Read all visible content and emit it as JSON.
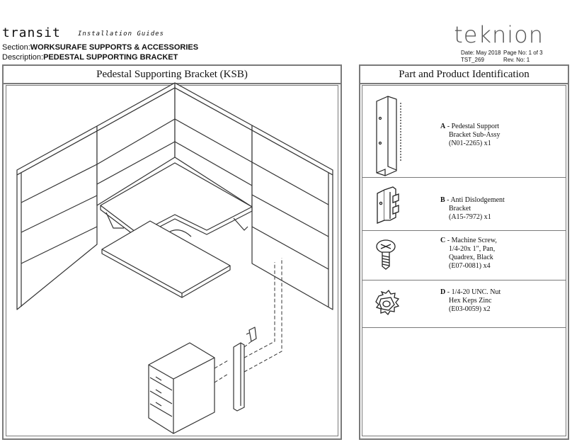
{
  "header": {
    "brand": "transit",
    "brand_sub": "Installation Guides",
    "section_label": "Section:",
    "section_value": "WORKSURAFE SUPPORTS & ACCESSORIES",
    "description_label": "Description:",
    "description_value": "PEDESTAL SUPPORTING BRACKET",
    "logo": "teknion",
    "date": "Date: May 2018",
    "page": "Page No: 1 of 3",
    "doc_code": "TST_269",
    "revision": "Rev. No: 1"
  },
  "left_panel": {
    "title": "Pedestal Supporting Bracket (KSB)"
  },
  "right_panel": {
    "title": "Part and Product Identification",
    "parts": [
      {
        "letter": "A",
        "lines": [
          "- Pedestal Support",
          "Bracket Sub-Assy",
          "(N01-2265) x1"
        ],
        "icon": "pedestal-bracket-icon"
      },
      {
        "letter": "B",
        "lines": [
          "- Anti Dislodgement",
          "Bracket",
          "(A15-7972) x1"
        ],
        "icon": "anti-dislodgement-bracket-icon"
      },
      {
        "letter": "C",
        "lines": [
          "- Machine Screw,",
          "1/4-20x 1\", Pan,",
          "Quadrex, Black",
          "(E07-0081) x4"
        ],
        "icon": "machine-screw-icon"
      },
      {
        "letter": "D",
        "lines": [
          "- 1/4-20 UNC. Nut",
          "Hex Keps Zinc",
          "(E03-0059) x2"
        ],
        "icon": "hex-nut-icon"
      }
    ]
  }
}
